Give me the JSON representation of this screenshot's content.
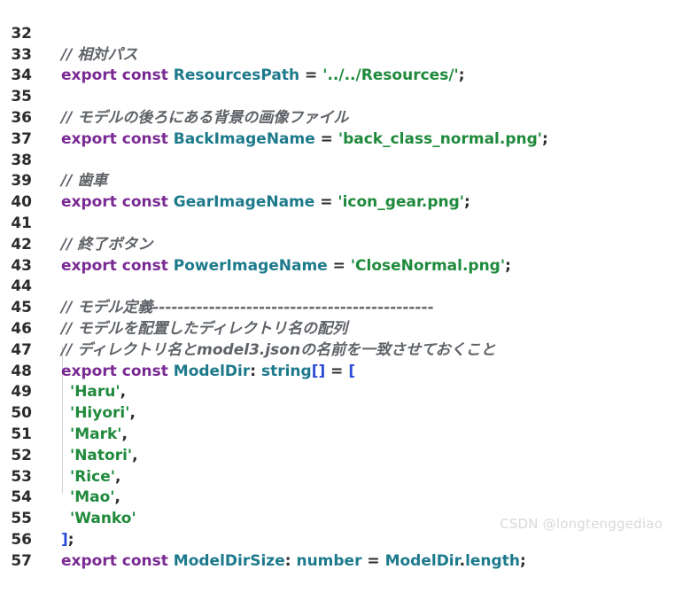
{
  "lines": [
    {
      "num": "32",
      "comment": "// 相対パス"
    },
    {
      "num": "33",
      "kw": "export const ",
      "name": "ResourcesPath",
      "op": " = ",
      "str": "'../../Resources/'",
      "end": ";"
    },
    {
      "num": "34"
    },
    {
      "num": "35",
      "comment": "// モデルの後ろにある背景の画像ファイル"
    },
    {
      "num": "36",
      "kw": "export const ",
      "name": "BackImageName",
      "op": " = ",
      "str": "'back_class_normal.png'",
      "end": ";"
    },
    {
      "num": "37"
    },
    {
      "num": "38",
      "comment": "// 歯車"
    },
    {
      "num": "39",
      "kw": "export const ",
      "name": "GearImageName",
      "op": " = ",
      "str": "'icon_gear.png'",
      "end": ";"
    },
    {
      "num": "40"
    },
    {
      "num": "41",
      "comment": "// 終了ボタン"
    },
    {
      "num": "42",
      "kw": "export const ",
      "name": "PowerImageName",
      "op": " = ",
      "str": "'CloseNormal.png'",
      "end": ";"
    },
    {
      "num": "43"
    },
    {
      "num": "44",
      "comment": "// モデル定義---------------------------------------------"
    },
    {
      "num": "45",
      "comment": "// モデルを配置したディレクトリ名の配列"
    },
    {
      "num": "46",
      "comment": "// ディレクトリ名とmodel3.jsonの名前を一致させておくこと"
    },
    {
      "num": "47",
      "kw": "export const ",
      "name": "ModelDir",
      "type_sep": ": ",
      "type": "string",
      "bracket": "[]",
      "op": " = ",
      "open": "["
    },
    {
      "num": "48",
      "str": "'Haru'",
      "end": ","
    },
    {
      "num": "49",
      "str": "'Hiyori'",
      "end": ","
    },
    {
      "num": "50",
      "str": "'Mark'",
      "end": ","
    },
    {
      "num": "51",
      "str": "'Natori'",
      "end": ","
    },
    {
      "num": "52",
      "str": "'Rice'",
      "end": ","
    },
    {
      "num": "53",
      "str": "'Mao'",
      "end": ","
    },
    {
      "num": "54",
      "str": "'Wanko'"
    },
    {
      "num": "55",
      "close": "]",
      "end": ";"
    },
    {
      "num": "56",
      "kw": "export const ",
      "name": "ModelDirSize",
      "type_sep": ": ",
      "type": "number",
      "op": " = ",
      "name2": "ModelDir",
      "dot": ".",
      "prop": "length",
      "end": ";"
    },
    {
      "num": "57"
    }
  ],
  "watermark": "CSDN @longtenggediao",
  "colors": {
    "keyword": "#7a2a93",
    "identifier": "#1d7a8c",
    "string": "#1f8a3c",
    "comment": "#5f6368",
    "bracket": "#2a4bd7"
  }
}
